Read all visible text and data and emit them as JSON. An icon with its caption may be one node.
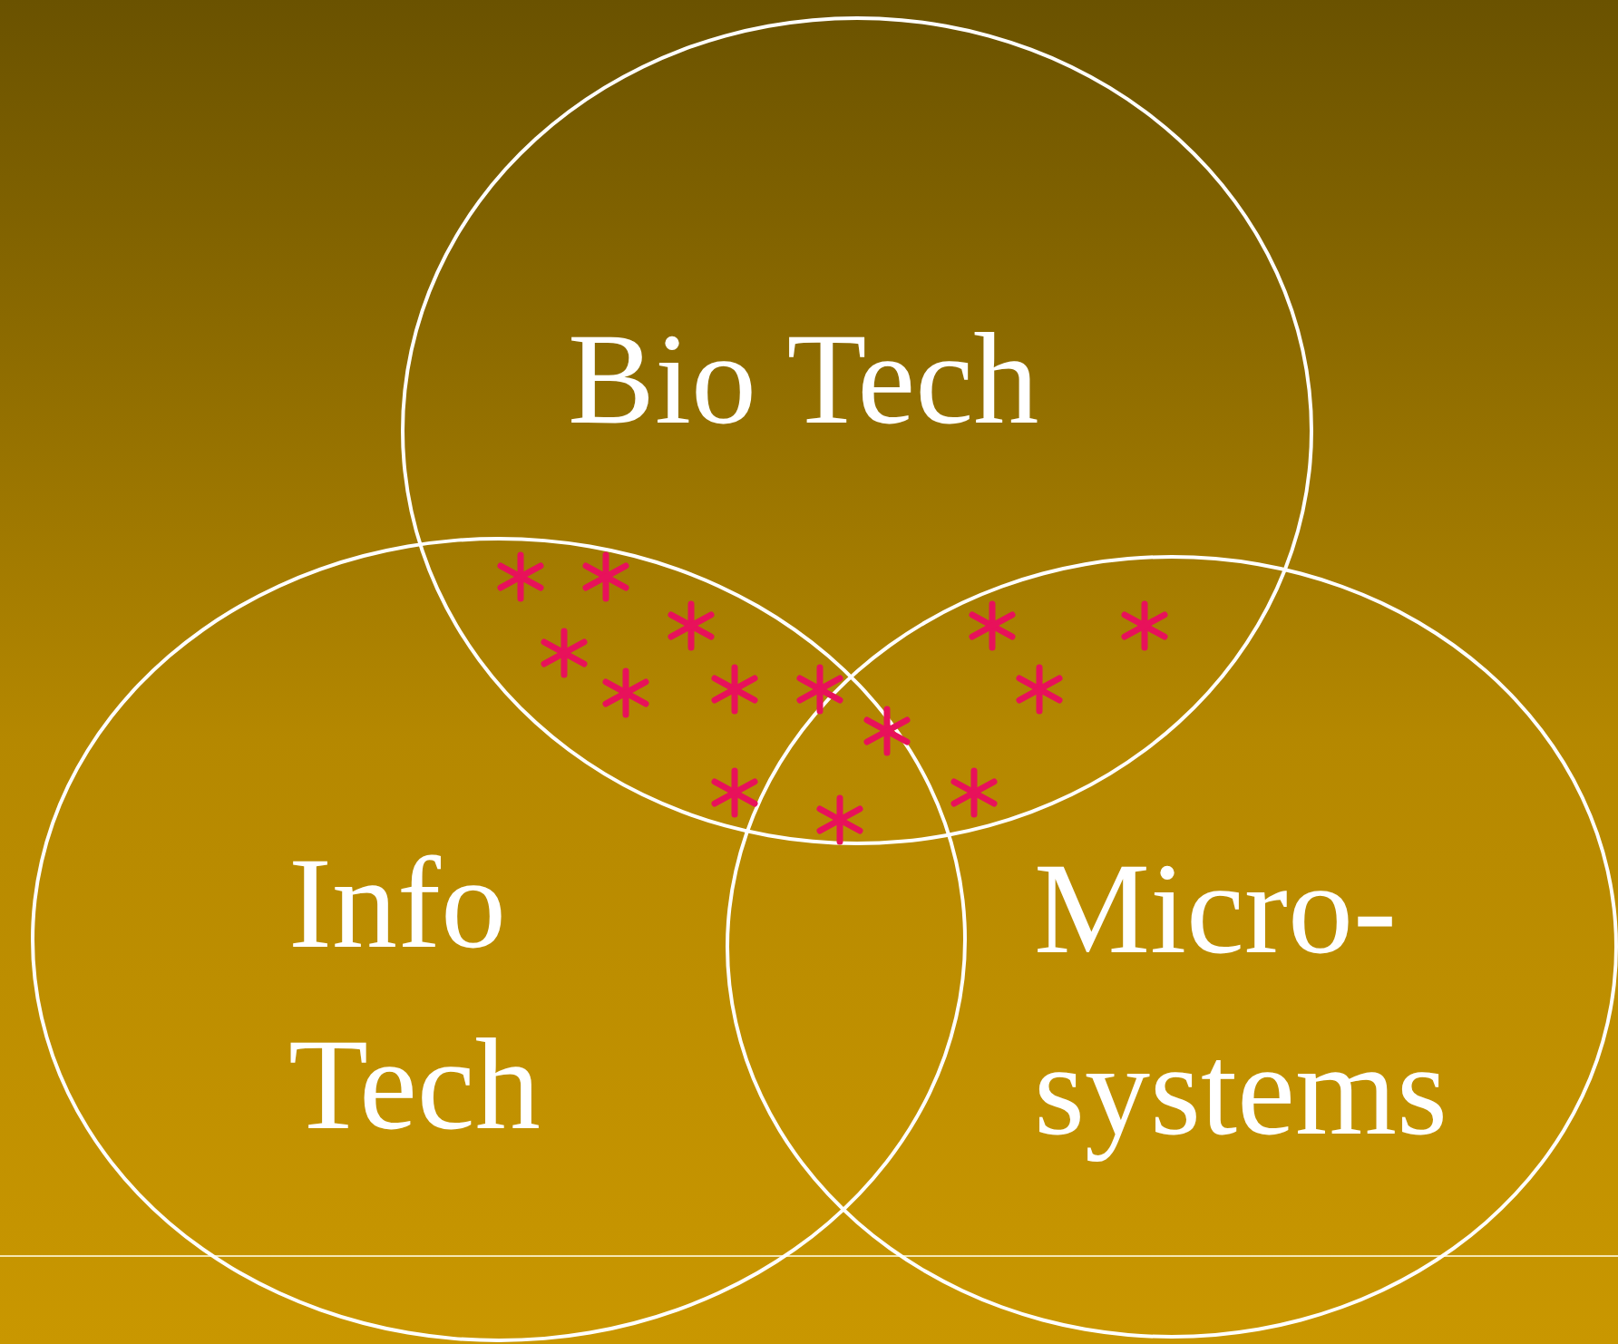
{
  "diagram": {
    "nodes": [
      {
        "text": [
          "Bio Tech"
        ]
      },
      {
        "text": [
          "Info Tech"
        ]
      },
      {
        "text": [
          "Micro- systems"
        ]
      }
    ]
  }
}
